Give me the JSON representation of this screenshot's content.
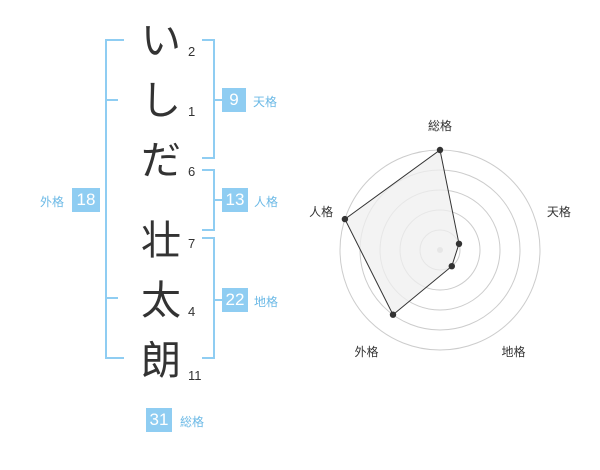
{
  "name": {
    "characters": [
      {
        "char": "い",
        "strokes": "2"
      },
      {
        "char": "し",
        "strokes": "1"
      },
      {
        "char": "だ",
        "strokes": "6"
      },
      {
        "char": "壮",
        "strokes": "7"
      },
      {
        "char": "太",
        "strokes": "4"
      },
      {
        "char": "朗",
        "strokes": "11"
      }
    ]
  },
  "fortune": {
    "tenkaku": {
      "label": "天格",
      "value": "9"
    },
    "jinkaku": {
      "label": "人格",
      "value": "13"
    },
    "chikaku": {
      "label": "地格",
      "value": "22"
    },
    "gaikaku": {
      "label": "外格",
      "value": "18"
    },
    "soukaku": {
      "label": "総格",
      "value": "31"
    }
  },
  "chart_data": {
    "type": "radar",
    "axes": [
      "総格",
      "天格",
      "地格",
      "外格",
      "人格"
    ],
    "values": [
      31,
      9,
      22,
      18,
      13
    ],
    "scale_max": 5,
    "scores": [
      5,
      1,
      1,
      4,
      5
    ],
    "rings": 5,
    "colors": {
      "fill": "#efefef",
      "line": "#333333",
      "ring": "#cccccc",
      "point": "#333333",
      "center": "#cccccc"
    }
  },
  "colors": {
    "accent": "#8fcdf2",
    "accent_text": "#6bb9e6"
  }
}
